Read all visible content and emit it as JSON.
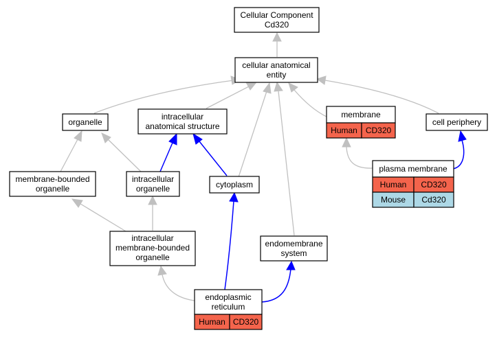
{
  "colors": {
    "human": "#f4644c",
    "mouse": "#add8e6",
    "is_a_edge": "#c0c0c0",
    "part_of_edge": "#0000ff"
  },
  "nodes": {
    "root": {
      "line1": "Cellular Component",
      "line2": "Cd320"
    },
    "cae": {
      "line1": "cellular anatomical",
      "line2": "entity"
    },
    "organelle": {
      "line1": "organelle"
    },
    "ias": {
      "line1": "intracellular",
      "line2": "anatomical structure"
    },
    "membrane": {
      "line1": "membrane",
      "species": "Human",
      "gene": "CD320"
    },
    "periphery": {
      "line1": "cell periphery"
    },
    "mbo": {
      "line1": "membrane-bounded",
      "line2": "organelle"
    },
    "io": {
      "line1": "intracellular",
      "line2": "organelle"
    },
    "cytoplasm": {
      "line1": "cytoplasm"
    },
    "pm": {
      "line1": "plasma membrane",
      "species1": "Human",
      "gene1": "CD320",
      "species2": "Mouse",
      "gene2": "Cd320"
    },
    "imbo": {
      "line1": "intracellular",
      "line2": "membrane-bounded",
      "line3": "organelle"
    },
    "ems": {
      "line1": "endomembrane",
      "line2": "system"
    },
    "er": {
      "line1": "endoplasmic",
      "line2": "reticulum",
      "species": "Human",
      "gene": "CD320"
    }
  }
}
